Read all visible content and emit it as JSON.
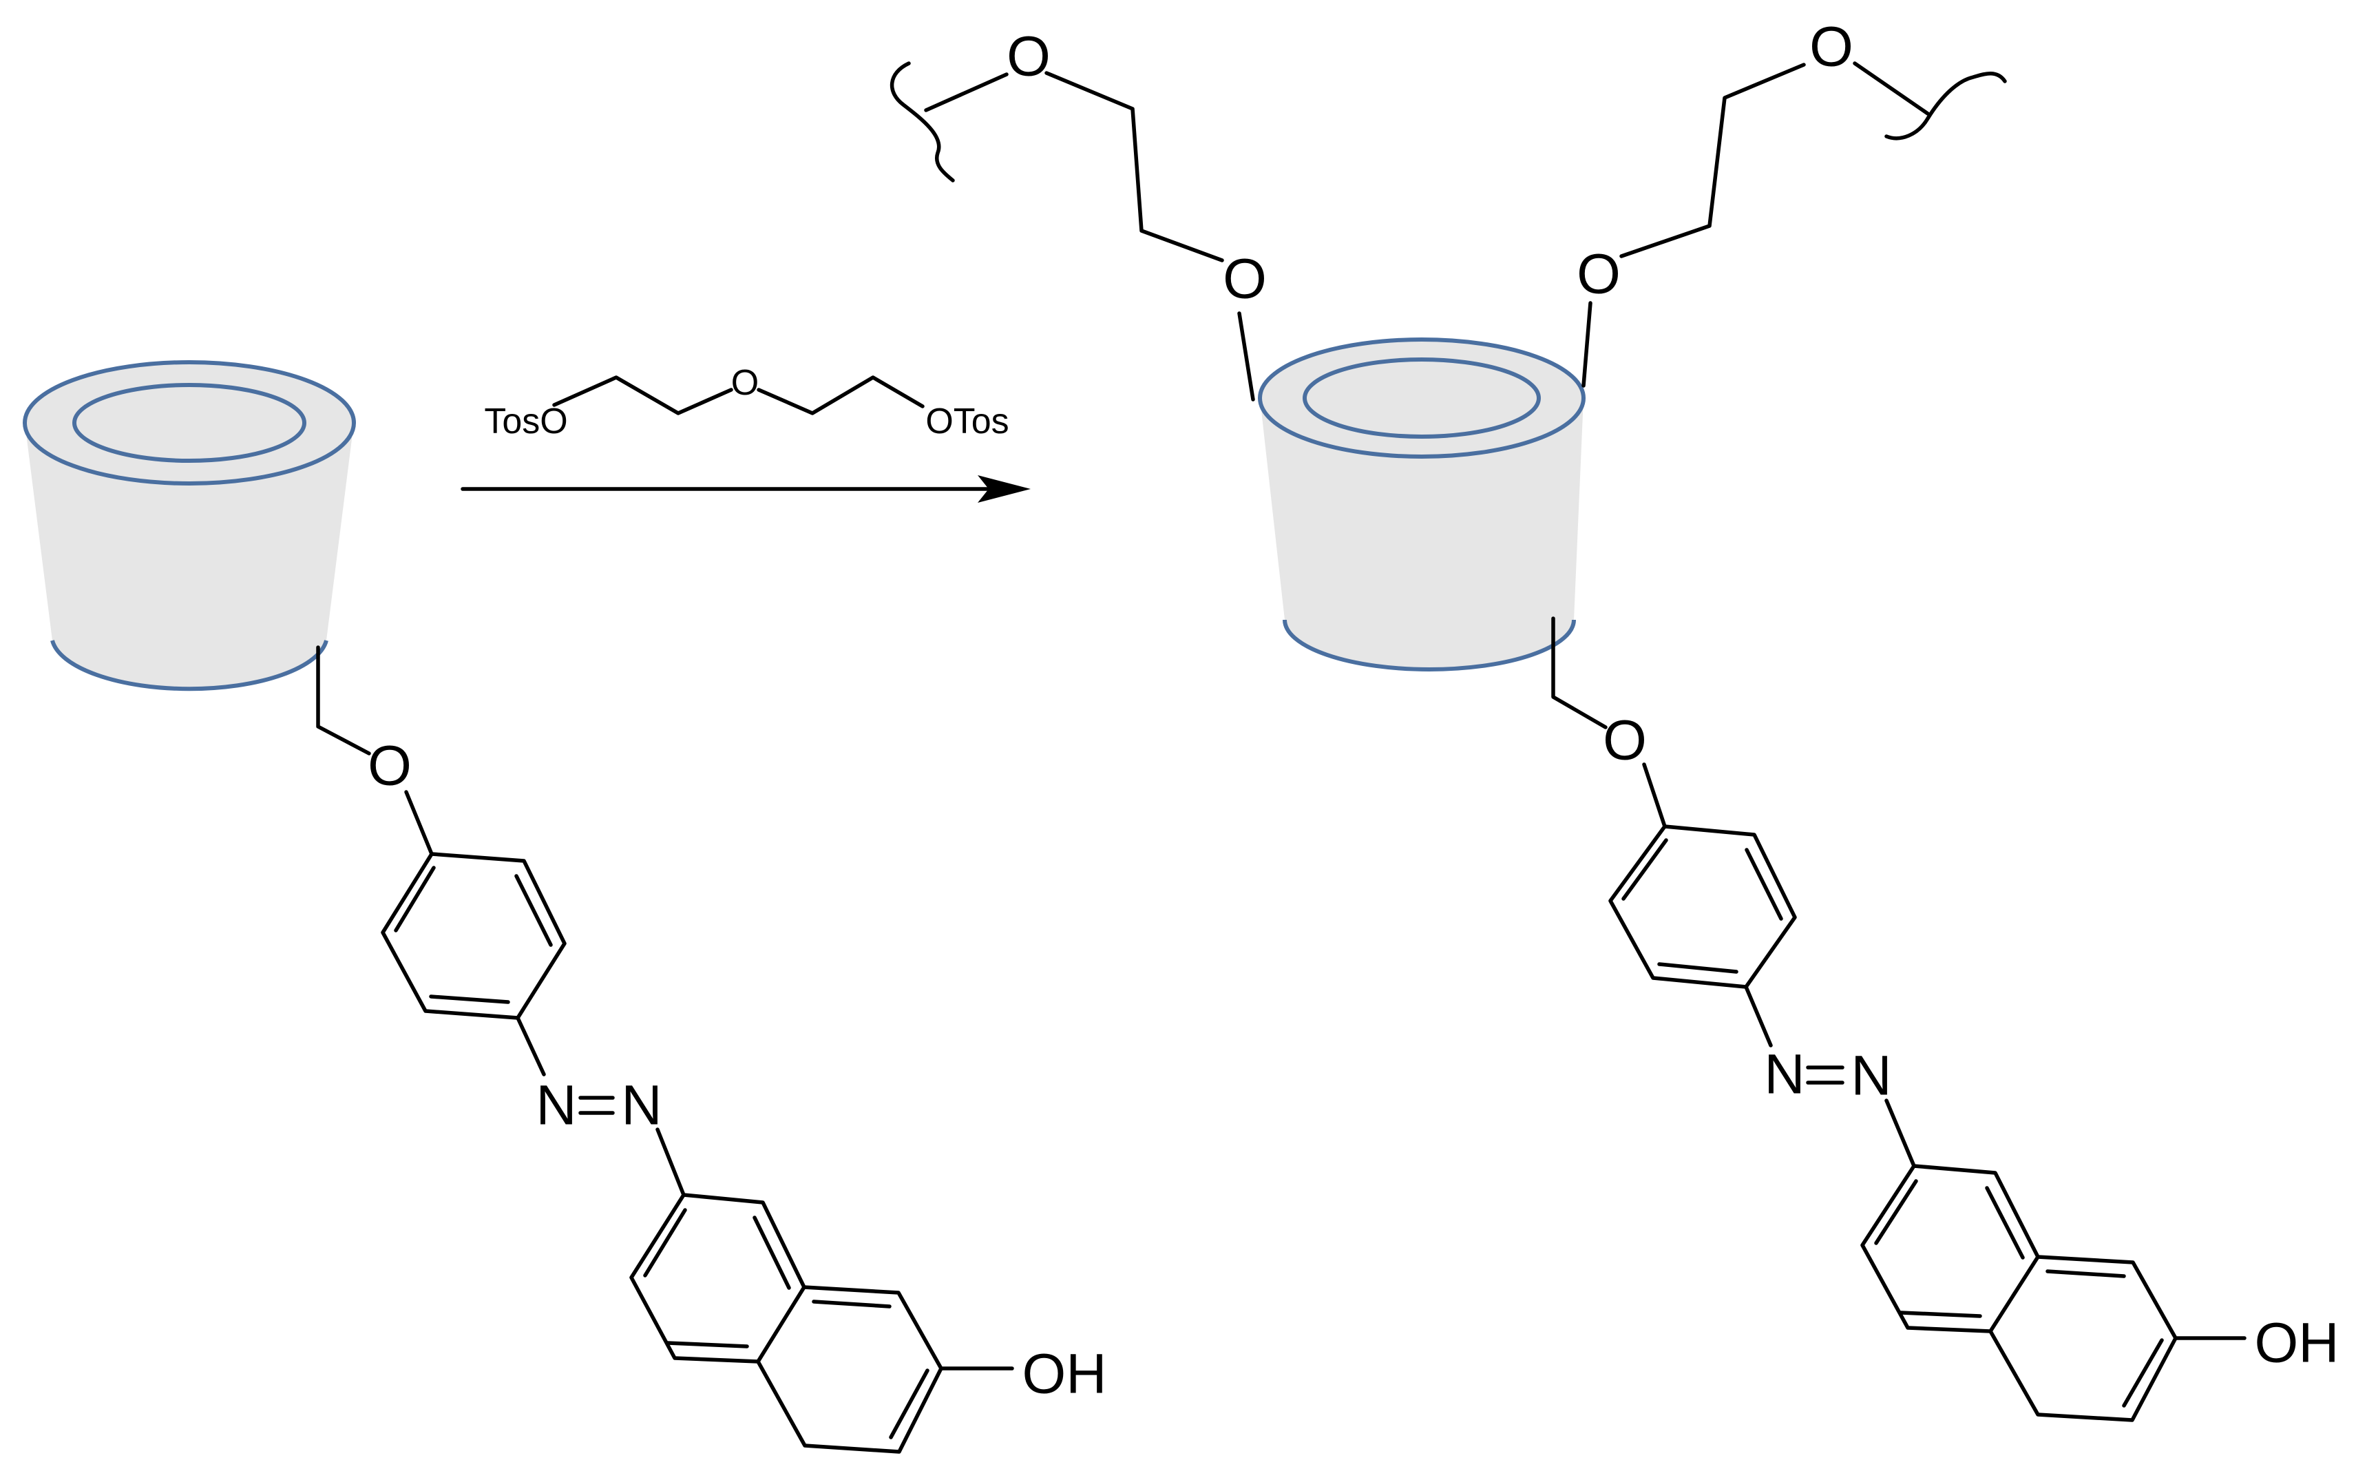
{
  "colors": {
    "bond": "#000000",
    "cyclodextrin_fill": "#e6e6e6",
    "cyclodextrin_outline": "#4a6fa0",
    "background": "#ffffff"
  },
  "reactant": {
    "ether_oxygen": "O",
    "azo_n1": "N",
    "azo_n2": "N",
    "hydroxyl": "OH"
  },
  "reagent": {
    "left_group": "TosO",
    "center_oxygen": "O",
    "right_group": "OTos"
  },
  "product": {
    "chain_left_o_top": "O",
    "chain_left_o_bottom": "O",
    "chain_right_o_top": "O",
    "chain_right_o_bottom": "O",
    "ether_oxygen": "O",
    "azo_n1": "N",
    "azo_n2": "N",
    "hydroxyl": "OH"
  },
  "icons": {
    "cyclodextrin": "truncated-cone-icon",
    "arrow": "reaction-arrow-icon",
    "polymer_break": "wavy-break-icon"
  }
}
